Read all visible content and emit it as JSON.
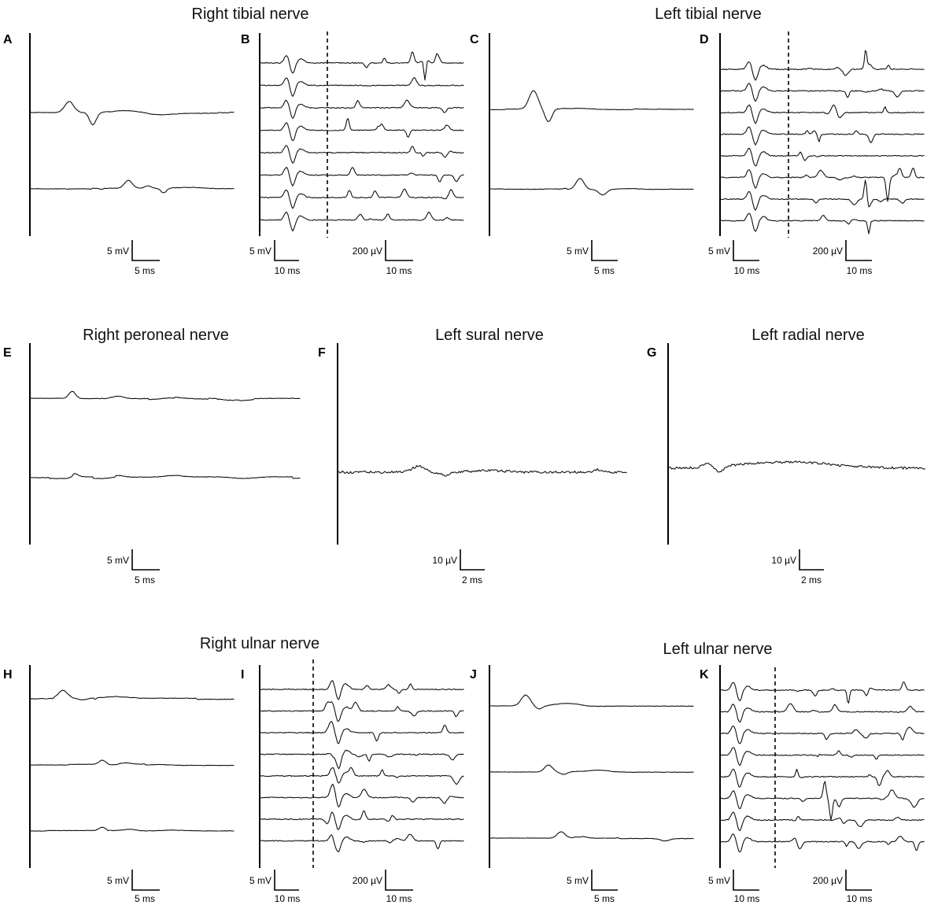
{
  "chart_data": [
    {
      "type": "line",
      "panel": "A",
      "nerve_title": "Right tibial nerve",
      "panel_kind": "CMAP",
      "n_traces": 2,
      "scalebar": {
        "amplitude": "5 mV",
        "time": "5 ms"
      }
    },
    {
      "type": "line",
      "panel": "B",
      "nerve_title": "Right tibial nerve",
      "panel_kind": "F-waves",
      "n_traces": 8,
      "split_at_dashed_line": true,
      "scalebars": [
        {
          "amplitude": "5 mV",
          "time": "10 ms"
        },
        {
          "amplitude": "200 µV",
          "time": "10 ms"
        }
      ]
    },
    {
      "type": "line",
      "panel": "C",
      "nerve_title": "Left tibial nerve",
      "panel_kind": "CMAP",
      "n_traces": 2,
      "scalebar": {
        "amplitude": "5 mV",
        "time": "5 ms"
      }
    },
    {
      "type": "line",
      "panel": "D",
      "nerve_title": "Left tibial nerve",
      "panel_kind": "F-waves",
      "n_traces": 8,
      "split_at_dashed_line": true,
      "scalebars": [
        {
          "amplitude": "5 mV",
          "time": "10 ms"
        },
        {
          "amplitude": "200 µV",
          "time": "10 ms"
        }
      ]
    },
    {
      "type": "line",
      "panel": "E",
      "nerve_title": "Right peroneal nerve",
      "panel_kind": "CMAP",
      "n_traces": 2,
      "scalebar": {
        "amplitude": "5 mV",
        "time": "5 ms"
      }
    },
    {
      "type": "line",
      "panel": "F",
      "nerve_title": "Left sural nerve",
      "panel_kind": "SNAP",
      "n_traces": 1,
      "scalebar": {
        "amplitude": "10 µV",
        "time": "2 ms"
      }
    },
    {
      "type": "line",
      "panel": "G",
      "nerve_title": "Left radial nerve",
      "panel_kind": "SNAP",
      "n_traces": 1,
      "scalebar": {
        "amplitude": "10 µV",
        "time": "2 ms"
      }
    },
    {
      "type": "line",
      "panel": "H",
      "nerve_title": "Right ulnar nerve",
      "panel_kind": "CMAP",
      "n_traces": 3,
      "scalebar": {
        "amplitude": "5 mV",
        "time": "5 ms"
      }
    },
    {
      "type": "line",
      "panel": "I",
      "nerve_title": "Right ulnar nerve",
      "panel_kind": "F-waves",
      "n_traces": 8,
      "split_at_dashed_line": true,
      "scalebars": [
        {
          "amplitude": "5 mV",
          "time": "10 ms"
        },
        {
          "amplitude": "200 µV",
          "time": "10 ms"
        }
      ]
    },
    {
      "type": "line",
      "panel": "J",
      "nerve_title": "Left ulnar nerve",
      "panel_kind": "CMAP",
      "n_traces": 3,
      "scalebar": {
        "amplitude": "5 mV",
        "time": "5 ms"
      }
    },
    {
      "type": "line",
      "panel": "K",
      "nerve_title": "Left ulnar nerve",
      "panel_kind": "F-waves",
      "n_traces": 8,
      "split_at_dashed_line": true,
      "scalebars": [
        {
          "amplitude": "5 mV",
          "time": "10 ms"
        },
        {
          "amplitude": "200 µV",
          "time": "10 ms"
        }
      ]
    }
  ],
  "titles": {
    "right_tibial": "Right tibial nerve",
    "left_tibial": "Left tibial nerve",
    "right_peroneal": "Right peroneal nerve",
    "left_sural": "Left sural nerve",
    "left_radial": "Left radial nerve",
    "right_ulnar": "Right ulnar nerve",
    "left_ulnar": "Left ulnar nerve"
  },
  "panel_labels": {
    "A": "A",
    "B": "B",
    "C": "C",
    "D": "D",
    "E": "E",
    "F": "F",
    "G": "G",
    "H": "H",
    "I": "I",
    "J": "J",
    "K": "K"
  },
  "scalebar_labels": {
    "mv5": "5 mV",
    "ms5": "5 ms",
    "ms10": "10 ms",
    "uv200": "200 µV",
    "uv10": "10 µV",
    "ms2": "2 ms"
  }
}
